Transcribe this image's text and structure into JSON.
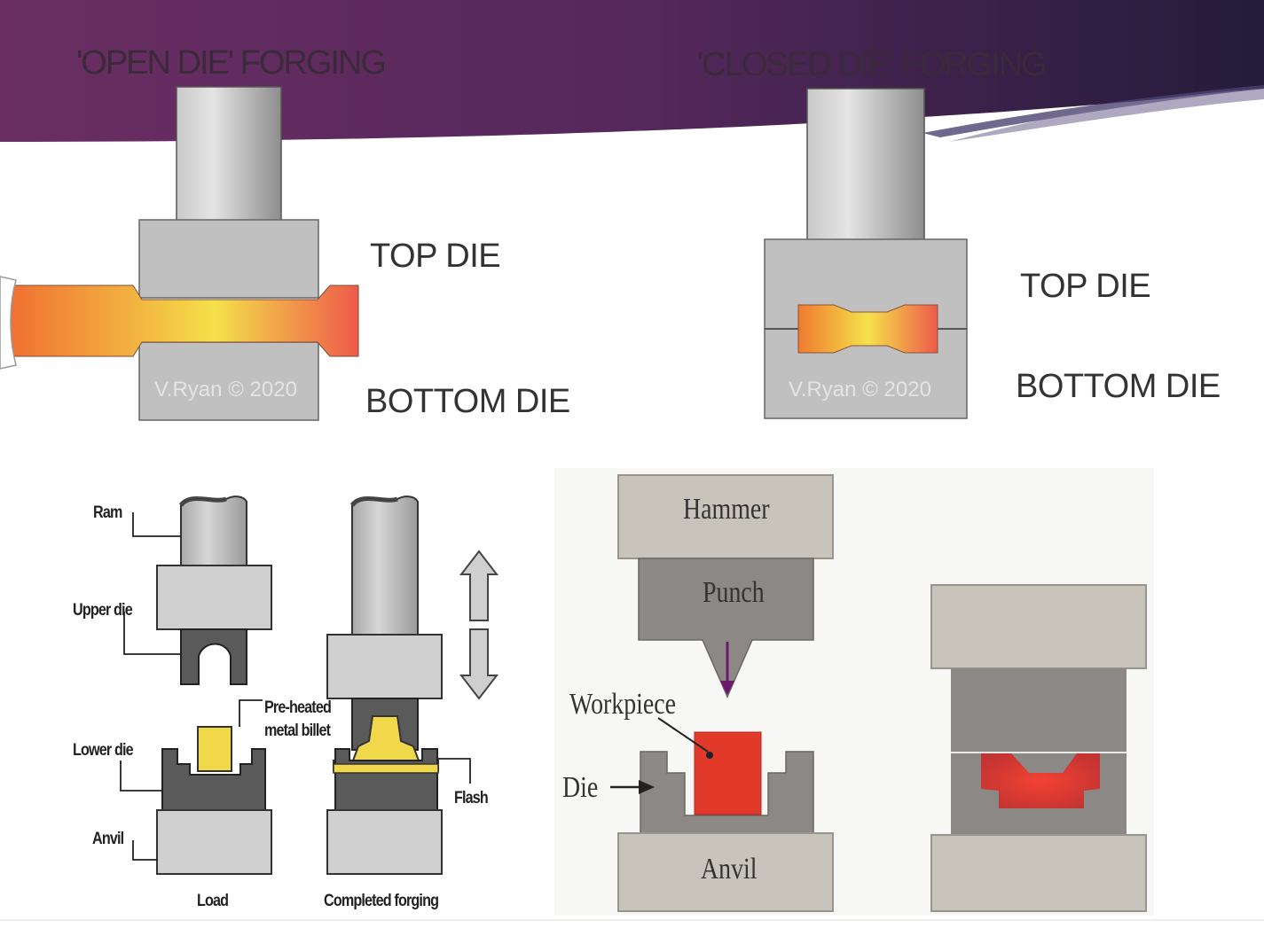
{
  "titles": {
    "open": "'OPEN DIE' FORGING",
    "closed": "'CLOSED DIE' FORGING"
  },
  "open_die": {
    "top_die": "TOP DIE",
    "bottom_die": "BOTTOM DIE",
    "watermark": "V.Ryan © 2020"
  },
  "closed_die": {
    "top_die": "TOP DIE",
    "bottom_die": "BOTTOM DIE",
    "watermark": "V.Ryan © 2020"
  },
  "press_diagram": {
    "ram": "Ram",
    "upper_die": "Upper die",
    "billet_line1": "Pre-heated",
    "billet_line2": "metal billet",
    "lower_die": "Lower die",
    "anvil": "Anvil",
    "flash": "Flash",
    "load": "Load",
    "completed": "Completed forging"
  },
  "hammer_diagram": {
    "hammer": "Hammer",
    "punch": "Punch",
    "workpiece": "Workpiece",
    "die": "Die",
    "anvil": "Anvil"
  },
  "colors": {
    "banner": "#5a2a5e",
    "banner_dark": "#2a1e3e",
    "die_grey": "#c0c0c0",
    "billet_yellow": "#f0d84a",
    "hot_metal_orange": "#f07a30",
    "workpiece_red": "#e23a2a"
  }
}
